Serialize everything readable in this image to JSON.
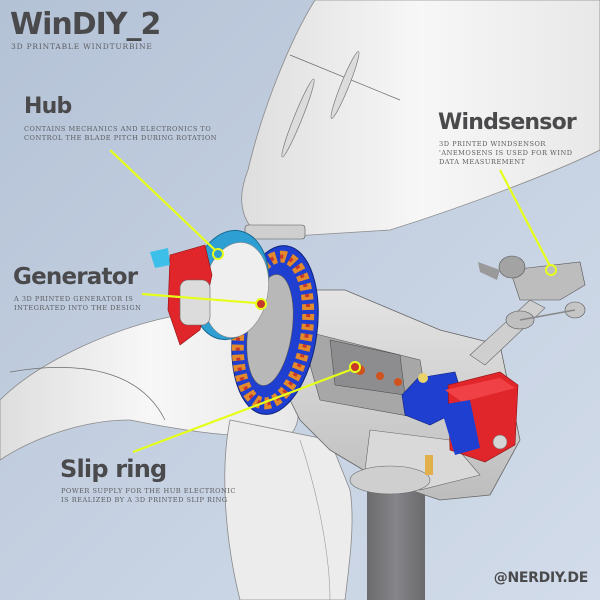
{
  "header": {
    "title": "WinDIY_2",
    "subtitle": "3D PRINTABLE WINDTURBINE"
  },
  "callouts": [
    {
      "id": "hub",
      "title": "Hub",
      "description": "CONTAINS MECHANICS AND ELECTRONICS TO\nCONTROL THE BLADE PITCH DURING ROTATION"
    },
    {
      "id": "generator",
      "title": "Generator",
      "description": "A 3D PRINTED GENERATOR IS\nINTEGRATED INTO THE DESIGN"
    },
    {
      "id": "windsensor",
      "title": "Windsensor",
      "description": "3D PRINTED WINDSENSOR\n'ANEMOSENS IS USED FOR WIND\nDATA MEASUREMENT"
    },
    {
      "id": "slip-ring",
      "title": "Slip ring",
      "description": "POWER SUPPLY FOR THE HUB ELECTRONIC\nIS REALIZED BY A 3D PRINTED SLIP RING"
    }
  ],
  "footer": {
    "handle": "@NERDIY.DE"
  },
  "colors": {
    "background": "#c3cfe0",
    "text": "#4a4a4c",
    "callout_line": "#e6ff1a",
    "hub_blue": "#2e9fd3",
    "generator_blue": "#1f3fd0",
    "accent_red": "#e0262a",
    "copper": "#e28a2c",
    "blade_white": "#f2f2f2",
    "tower_gray": "#7b7b7d"
  }
}
